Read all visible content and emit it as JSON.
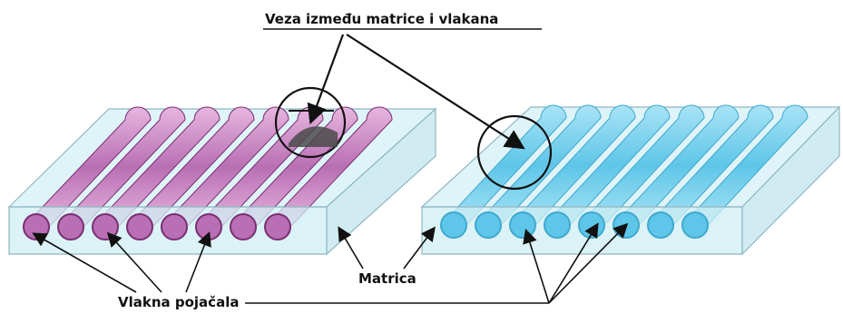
{
  "labels": {
    "interface": "Veza između matrice i vlakana",
    "matrix": "Matrica",
    "fibers": "Vlakna pojačala"
  },
  "colors": {
    "matrix_fill": "#cfeef3",
    "matrix_edge": "#8fb7c2",
    "fiber_left": "#b96fb3",
    "fiber_left_dark": "#7a2f74",
    "fiber_left_light": "#e6b6df",
    "fiber_right": "#5ec6e8",
    "fiber_right_light": "#a9e3f5",
    "arrow": "#111111"
  },
  "diagram": {
    "left_block": {
      "fiber_count": 8,
      "fiber_color": "purple"
    },
    "right_block": {
      "fiber_count": 8,
      "fiber_color": "light-blue"
    }
  }
}
